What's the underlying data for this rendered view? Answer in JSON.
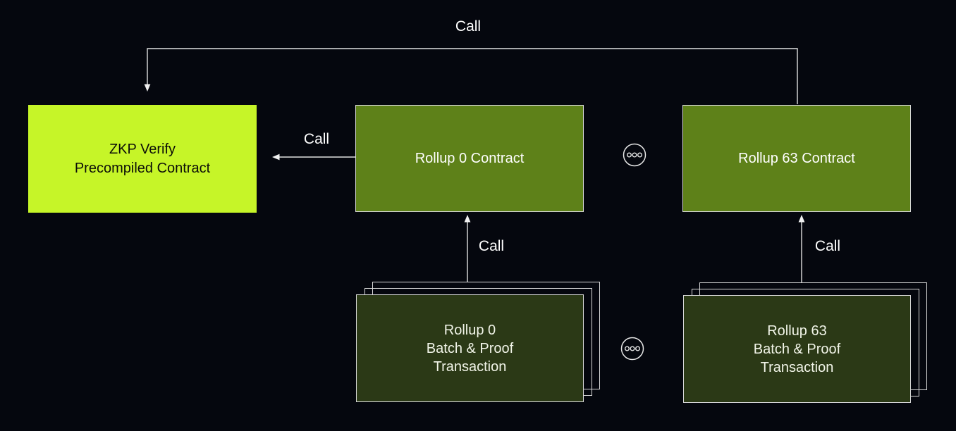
{
  "colors": {
    "background": "#05070e",
    "zkp_box_fill": "#c6f528",
    "contract_box_fill": "#5e8119",
    "transaction_box_fill": "#2b3916",
    "box_border": "#d9d9d9",
    "connector_line": "#e0e0e0",
    "text_on_dark": "#ffffff",
    "text_on_zkp": "#0c0e08"
  },
  "nodes": {
    "zkp_verify": {
      "lines": [
        "ZKP Verify",
        "Precompiled Contract"
      ]
    },
    "rollup0_contract": {
      "label": "Rollup 0 Contract"
    },
    "rollup63_contract": {
      "label": "Rollup 63 Contract"
    },
    "rollup0_transaction": {
      "lines": [
        "Rollup 0",
        "Batch & Proof",
        "Transaction"
      ]
    },
    "rollup63_transaction": {
      "lines": [
        "Rollup 63",
        "Batch & Proof",
        "Transaction"
      ]
    }
  },
  "labels": {
    "top_call": "Call",
    "rollup0_to_zkp_call": "Call",
    "rollup0_tx_call": "Call",
    "rollup63_tx_call": "Call"
  },
  "icons": {
    "between_contracts": "ellipsis-circle",
    "between_transactions": "ellipsis-circle"
  }
}
